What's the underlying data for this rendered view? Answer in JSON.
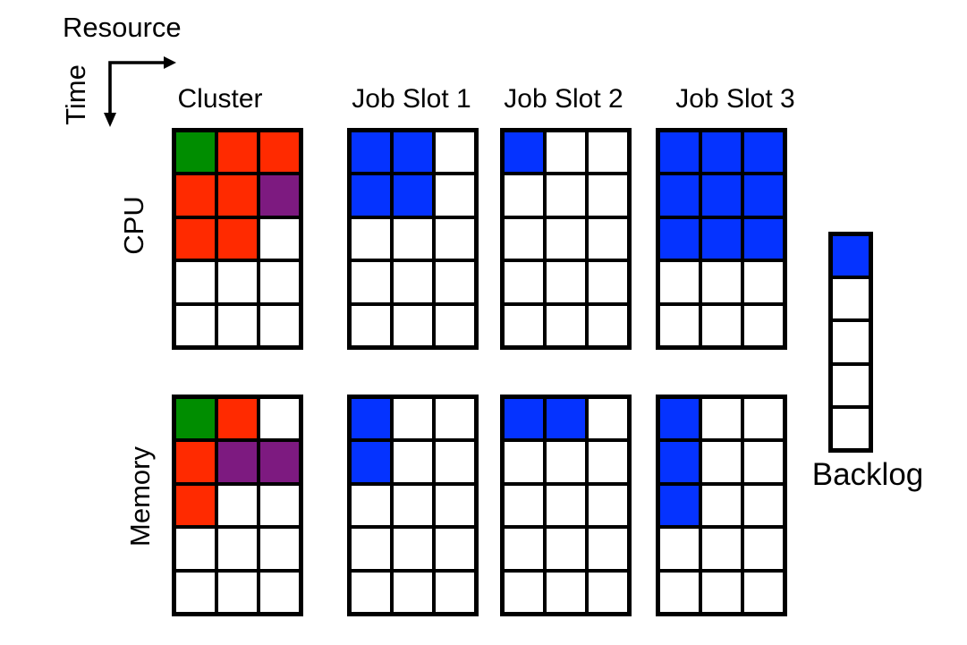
{
  "colors": {
    "green": "#008D00",
    "red": "#FF2A00",
    "purple": "#7D1A80",
    "blue": "#0533FF",
    "empty": "#FFFFFF",
    "border": "#000000"
  },
  "axes": {
    "resource_label": "Resource",
    "time_label": "Time",
    "arrow_icon": "right-down-axis-arrows"
  },
  "row_labels": {
    "cpu": "CPU",
    "memory": "Memory"
  },
  "column_headers": {
    "cluster": "Cluster",
    "slot1": "Job Slot 1",
    "slot2": "Job Slot 2",
    "slot3": "Job Slot 3"
  },
  "grids": {
    "cpu": {
      "cluster": [
        [
          "green",
          "red",
          "red"
        ],
        [
          "red",
          "red",
          "purple"
        ],
        [
          "red",
          "red",
          "empty"
        ],
        [
          "empty",
          "empty",
          "empty"
        ],
        [
          "empty",
          "empty",
          "empty"
        ]
      ],
      "slot1": [
        [
          "blue",
          "blue",
          "empty"
        ],
        [
          "blue",
          "blue",
          "empty"
        ],
        [
          "empty",
          "empty",
          "empty"
        ],
        [
          "empty",
          "empty",
          "empty"
        ],
        [
          "empty",
          "empty",
          "empty"
        ]
      ],
      "slot2": [
        [
          "blue",
          "empty",
          "empty"
        ],
        [
          "empty",
          "empty",
          "empty"
        ],
        [
          "empty",
          "empty",
          "empty"
        ],
        [
          "empty",
          "empty",
          "empty"
        ],
        [
          "empty",
          "empty",
          "empty"
        ]
      ],
      "slot3": [
        [
          "blue",
          "blue",
          "blue"
        ],
        [
          "blue",
          "blue",
          "blue"
        ],
        [
          "blue",
          "blue",
          "blue"
        ],
        [
          "empty",
          "empty",
          "empty"
        ],
        [
          "empty",
          "empty",
          "empty"
        ]
      ]
    },
    "memory": {
      "cluster": [
        [
          "green",
          "red",
          "empty"
        ],
        [
          "red",
          "purple",
          "purple"
        ],
        [
          "red",
          "empty",
          "empty"
        ],
        [
          "empty",
          "empty",
          "empty"
        ],
        [
          "empty",
          "empty",
          "empty"
        ]
      ],
      "slot1": [
        [
          "blue",
          "empty",
          "empty"
        ],
        [
          "blue",
          "empty",
          "empty"
        ],
        [
          "empty",
          "empty",
          "empty"
        ],
        [
          "empty",
          "empty",
          "empty"
        ],
        [
          "empty",
          "empty",
          "empty"
        ]
      ],
      "slot2": [
        [
          "blue",
          "blue",
          "empty"
        ],
        [
          "empty",
          "empty",
          "empty"
        ],
        [
          "empty",
          "empty",
          "empty"
        ],
        [
          "empty",
          "empty",
          "empty"
        ],
        [
          "empty",
          "empty",
          "empty"
        ]
      ],
      "slot3": [
        [
          "blue",
          "empty",
          "empty"
        ],
        [
          "blue",
          "empty",
          "empty"
        ],
        [
          "blue",
          "empty",
          "empty"
        ],
        [
          "empty",
          "empty",
          "empty"
        ],
        [
          "empty",
          "empty",
          "empty"
        ]
      ]
    }
  },
  "backlog": {
    "label": "Backlog",
    "cells": [
      "blue",
      "empty",
      "empty",
      "empty",
      "empty"
    ]
  }
}
